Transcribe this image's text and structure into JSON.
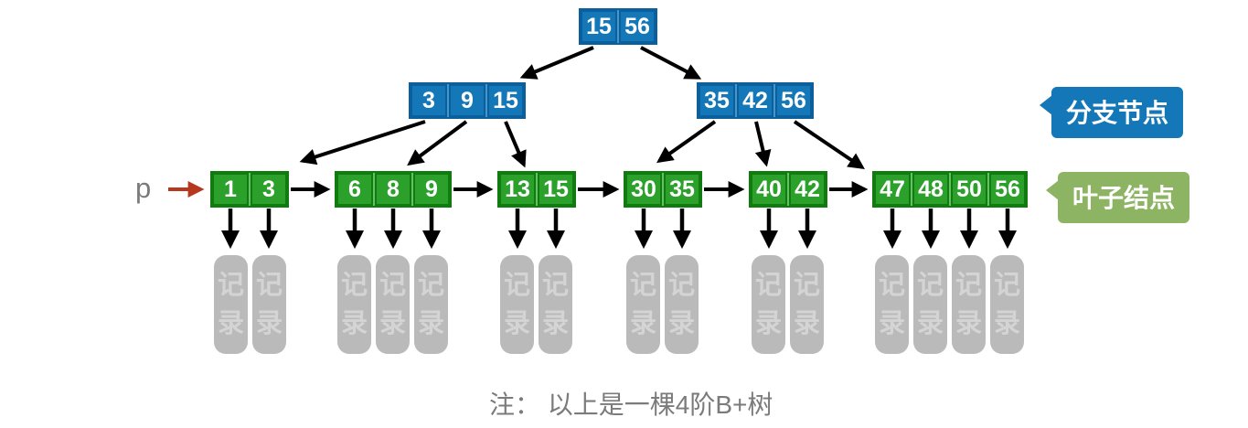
{
  "caption": "注： 以上是一棵4阶B+树",
  "pointer": {
    "label": "p"
  },
  "record_label": "记录",
  "legend": {
    "branch_label": "分支节点",
    "leaf_label": "叶子结点"
  },
  "colors": {
    "branch_fill": "#1377b8",
    "branch_border": "#0b5f9c",
    "leaf_fill": "#2ba02b",
    "leaf_border": "#107c10",
    "leaf_legend_fill": "#8db463",
    "record_fill": "#bababa",
    "record_text": "#d4d4d4",
    "arrow": "#000000",
    "pointer_arrow": "#b5381f",
    "caption_text": "#7b7b7b"
  },
  "tree": {
    "root": {
      "keys": [
        "15",
        "56"
      ]
    },
    "internal": [
      {
        "keys": [
          "3",
          "9",
          "15"
        ]
      },
      {
        "keys": [
          "35",
          "42",
          "56"
        ]
      }
    ],
    "leaves": [
      {
        "keys": [
          "1",
          "3"
        ]
      },
      {
        "keys": [
          "6",
          "8",
          "9"
        ]
      },
      {
        "keys": [
          "13",
          "15"
        ]
      },
      {
        "keys": [
          "30",
          "35"
        ]
      },
      {
        "keys": [
          "40",
          "42"
        ]
      },
      {
        "keys": [
          "47",
          "48",
          "50",
          "56"
        ]
      }
    ]
  }
}
